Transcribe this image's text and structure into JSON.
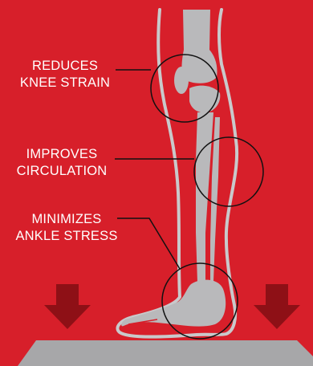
{
  "colors": {
    "background": "#d71f2a",
    "leg_fill": "#b9b9bb",
    "leg_outline": "#c9c9cb",
    "arrow": "#8e1016",
    "circle": "#111111",
    "base": "#a7a7a9",
    "text": "#ffffff"
  },
  "callouts": {
    "knee": {
      "line1": "REDUCES",
      "line2": "KNEE STRAIN"
    },
    "circulation": {
      "line1": "IMPROVES",
      "line2": "CIRCULATION"
    },
    "ankle": {
      "line1": "MINIMIZES",
      "line2": "ANKLE STRESS"
    }
  },
  "icons": {
    "left_arrow": "down-arrow-icon",
    "right_arrow": "down-arrow-icon"
  }
}
